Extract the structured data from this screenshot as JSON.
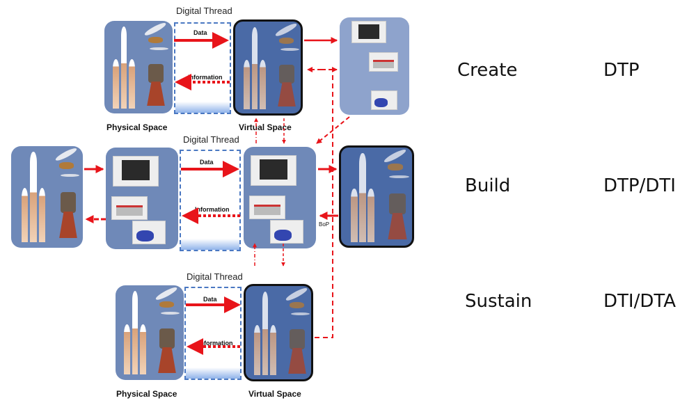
{
  "diagram": {
    "rows": [
      {
        "id": "create",
        "thread_title": "Digital Thread",
        "data_label": "Data",
        "information_label": "Information",
        "physical_label": "Physical Space",
        "virtual_label": "Virtual Space"
      },
      {
        "id": "build",
        "thread_title": "Digital Thread",
        "data_label": "Data",
        "information_label": "Information",
        "bop_label": "BoP"
      },
      {
        "id": "sustain",
        "thread_title": "Digital Thread",
        "data_label": "Data",
        "information_label": "Information",
        "physical_label": "Physical Space",
        "virtual_label": "Virtual Space"
      }
    ],
    "arrow_color": "#e8141a",
    "box_color": "#6f89b8",
    "thread_border_color": "#4a78c2"
  },
  "stages": [
    {
      "name": "Create",
      "code": "DTP"
    },
    {
      "name": "Build",
      "code": "DTP/DTI"
    },
    {
      "name": "Sustain",
      "code": "DTI/DTA"
    }
  ]
}
